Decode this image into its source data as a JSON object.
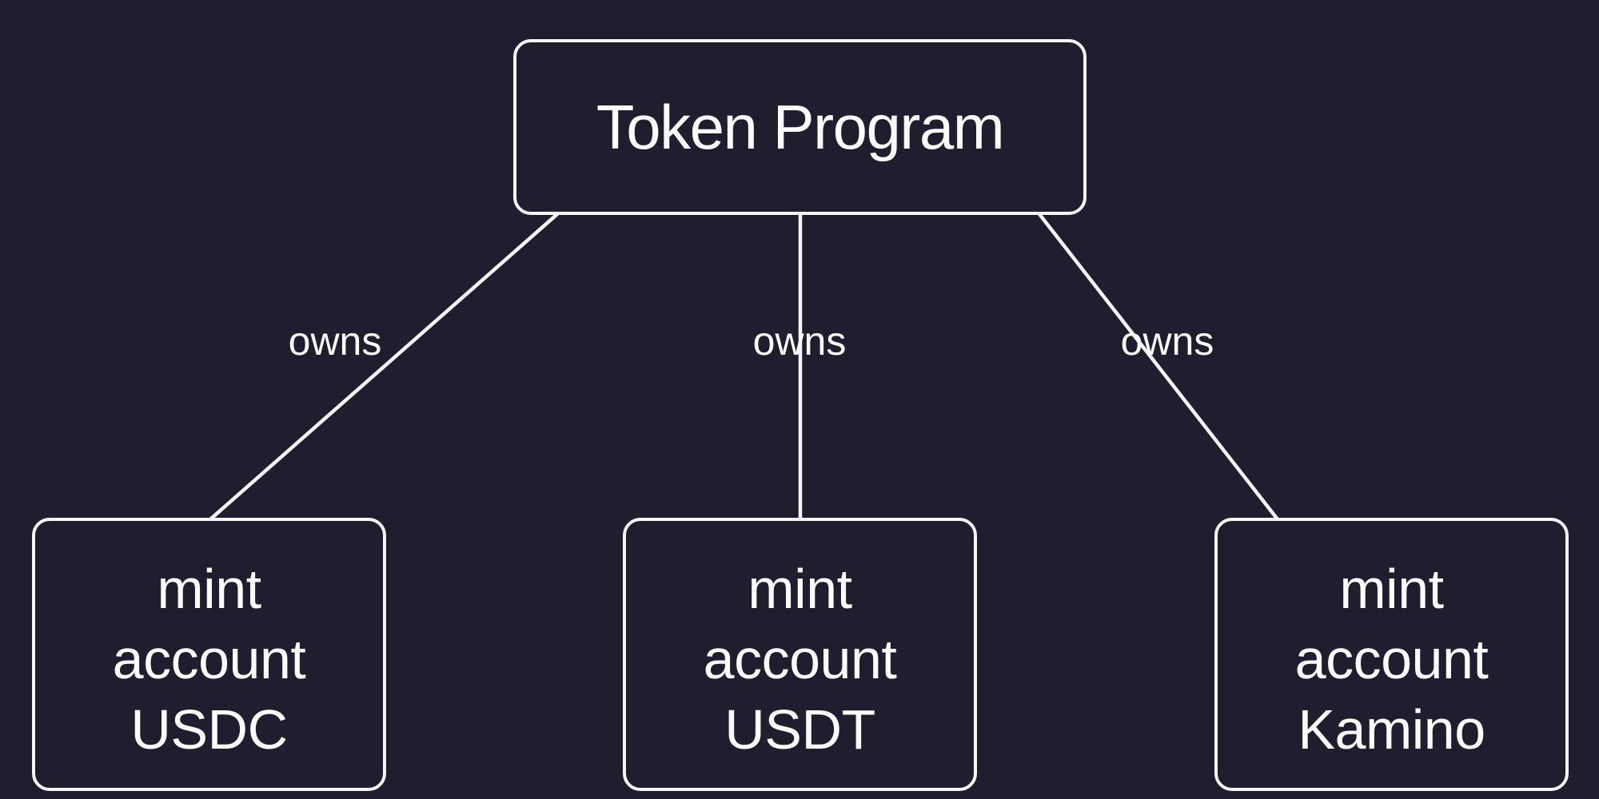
{
  "colors": {
    "background": "#201E2E",
    "node_fill": "#201E2E",
    "stroke": "#F5F4F8",
    "text": "#FBFBFD"
  },
  "root_node": {
    "label": "Token Program"
  },
  "edges": [
    {
      "label": "owns",
      "target": "mint account USDC"
    },
    {
      "label": "owns",
      "target": "mint account USDT"
    },
    {
      "label": "owns",
      "target": "mint account Kamino"
    }
  ],
  "mint_nodes": [
    {
      "line1": "mint",
      "line2": "account",
      "line3": "USDC"
    },
    {
      "line1": "mint",
      "line2": "account",
      "line3": "USDT"
    },
    {
      "line1": "mint",
      "line2": "account",
      "line3": "Kamino"
    }
  ]
}
